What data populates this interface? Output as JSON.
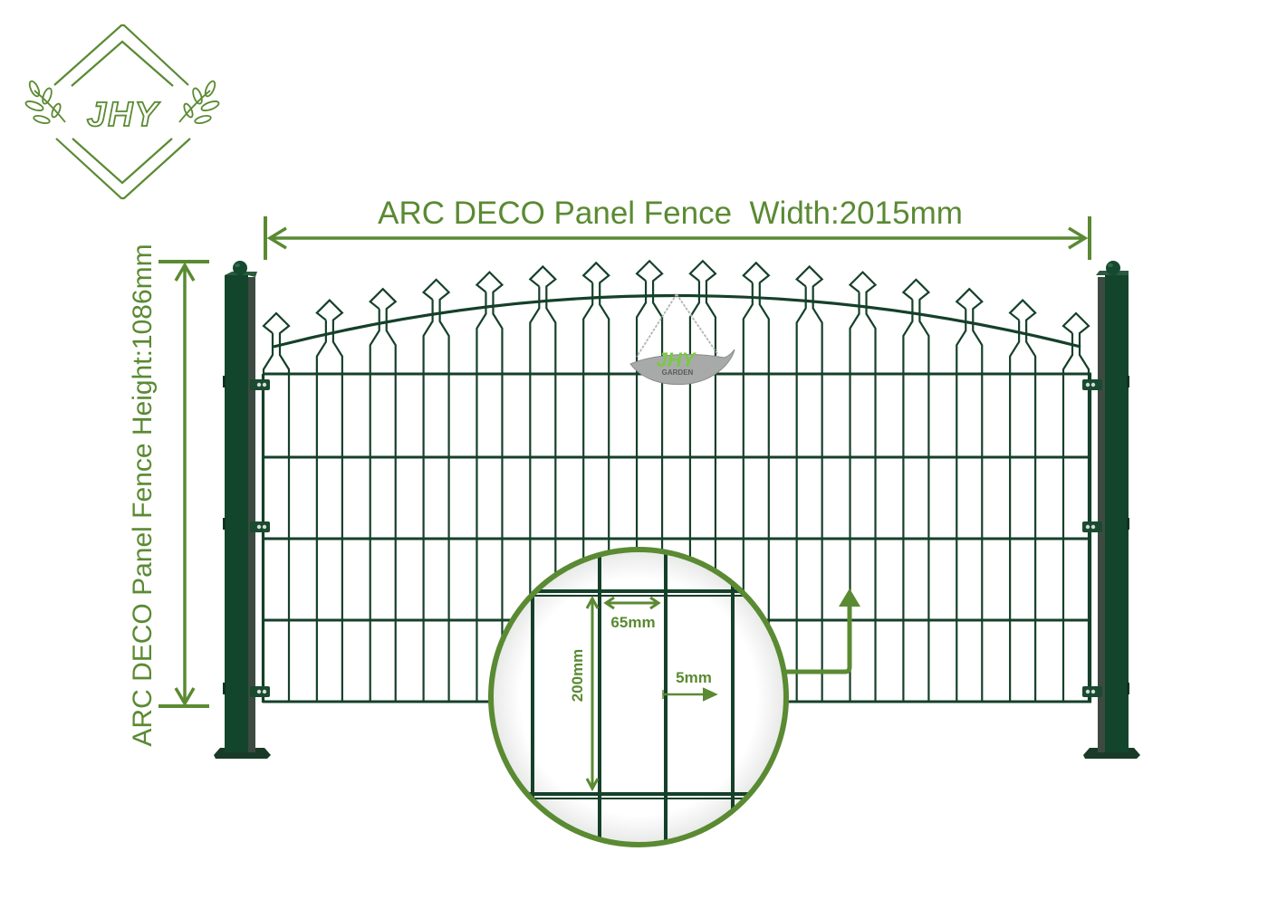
{
  "logo": {
    "text": "JHY",
    "color": "#5a8a32"
  },
  "dimensions": {
    "width_label": "ARC DECO Panel Fence  Width:2015mm",
    "height_label": "ARC DECO Panel Fence Height:1086mm",
    "width_mm": 2015,
    "height_mm": 1086
  },
  "badge": {
    "brand": "JHY",
    "sub": "GARDEN"
  },
  "detail": {
    "mesh_width_label": "65mm",
    "mesh_height_label": "200mm",
    "wire_diameter_label": "5mm"
  },
  "colors": {
    "accent": "#5a8a32",
    "wire": "#15402a",
    "post": "#13452c",
    "post_shadow": "#0e3320",
    "post_side": "#3d4a42"
  }
}
